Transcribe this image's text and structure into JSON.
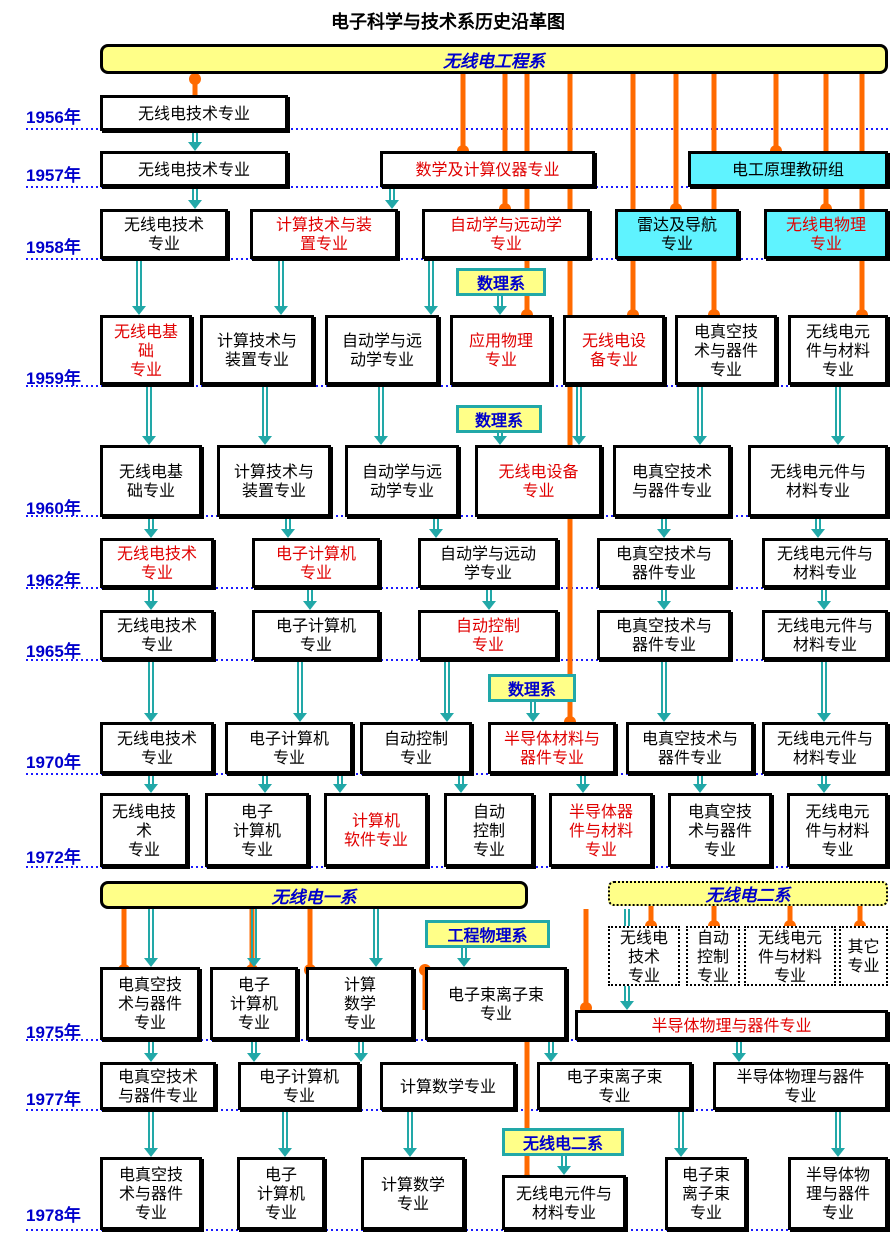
{
  "title": "电子科学与技术系历史沿革图",
  "years": [
    {
      "id": "y1956",
      "label": "1956年"
    },
    {
      "id": "y1957",
      "label": "1957年"
    },
    {
      "id": "y1958",
      "label": "1958年"
    },
    {
      "id": "y1959",
      "label": "1959年"
    },
    {
      "id": "y1960",
      "label": "1960年"
    },
    {
      "id": "y1962",
      "label": "1962年"
    },
    {
      "id": "y1965",
      "label": "1965年"
    },
    {
      "id": "y1970",
      "label": "1970年"
    },
    {
      "id": "y1972",
      "label": "1972年"
    },
    {
      "id": "y1975",
      "label": "1975年"
    },
    {
      "id": "y1977",
      "label": "1977年"
    },
    {
      "id": "y1978",
      "label": "1978年"
    }
  ],
  "banners": [
    {
      "id": "wxdgcx",
      "label": "无线电工程系"
    },
    {
      "id": "wxd1",
      "label": "无线电一系"
    },
    {
      "id": "wxd2",
      "label": "无线电二系"
    }
  ],
  "tags": [
    {
      "id": "sl1",
      "label": "数理系"
    },
    {
      "id": "sl2",
      "label": "数理系"
    },
    {
      "id": "sl3",
      "label": "数理系"
    },
    {
      "id": "gcwl",
      "label": "工程物理系"
    },
    {
      "id": "wxd2b",
      "label": "无线电二系"
    }
  ],
  "boxes": [
    {
      "id": "a56",
      "label": "无线电技术专业",
      "style": "black"
    },
    {
      "id": "a57",
      "label": "无线电技术专业",
      "style": "black"
    },
    {
      "id": "b57",
      "label": "数学及计算仪器专业",
      "style": "red"
    },
    {
      "id": "c57",
      "label": "电工原理教研组",
      "style": "cyan"
    },
    {
      "id": "a58",
      "label": "无线电技术\n专业",
      "style": "black"
    },
    {
      "id": "b58",
      "label": "计算技术与装\n置专业",
      "style": "red"
    },
    {
      "id": "c58",
      "label": "自动学与远动学\n专业",
      "style": "red"
    },
    {
      "id": "d58",
      "label": "雷达及导航\n专业",
      "style": "cyan"
    },
    {
      "id": "e58",
      "label": "无线电物理\n专业",
      "style": "cyan-red"
    },
    {
      "id": "a59",
      "label": "无线电基\n础\n专业",
      "style": "red"
    },
    {
      "id": "b59",
      "label": "计算技术与\n装置专业",
      "style": "black"
    },
    {
      "id": "c59",
      "label": "自动学与远\n动学专业",
      "style": "black"
    },
    {
      "id": "d59",
      "label": "应用物理\n专业",
      "style": "red"
    },
    {
      "id": "e59",
      "label": "无线电设\n备专业",
      "style": "red"
    },
    {
      "id": "f59",
      "label": "电真空技\n术与器件\n专业",
      "style": "black"
    },
    {
      "id": "g59",
      "label": "无线电元\n件与材料\n专业",
      "style": "black"
    },
    {
      "id": "a60",
      "label": "无线电基\n础专业",
      "style": "black"
    },
    {
      "id": "b60",
      "label": "计算技术与\n装置专业",
      "style": "black"
    },
    {
      "id": "c60",
      "label": "自动学与远\n动学专业",
      "style": "black"
    },
    {
      "id": "d60",
      "label": "无线电设备\n专业",
      "style": "red"
    },
    {
      "id": "e60",
      "label": "电真空技术\n与器件专业",
      "style": "black"
    },
    {
      "id": "f60",
      "label": "无线电元件与\n材料专业",
      "style": "black"
    },
    {
      "id": "a62",
      "label": "无线电技术\n专业",
      "style": "red"
    },
    {
      "id": "b62",
      "label": "电子计算机\n专业",
      "style": "red"
    },
    {
      "id": "c62",
      "label": "自动学与远动\n学专业",
      "style": "black"
    },
    {
      "id": "d62",
      "label": "电真空技术与\n器件专业",
      "style": "black"
    },
    {
      "id": "e62",
      "label": "无线电元件与\n材料专业",
      "style": "black"
    },
    {
      "id": "a65",
      "label": "无线电技术\n专业",
      "style": "black"
    },
    {
      "id": "b65",
      "label": "电子计算机\n专业",
      "style": "black"
    },
    {
      "id": "c65",
      "label": "自动控制\n专业",
      "style": "red"
    },
    {
      "id": "d65",
      "label": "电真空技术与\n器件专业",
      "style": "black"
    },
    {
      "id": "e65",
      "label": "无线电元件与\n材料专业",
      "style": "black"
    },
    {
      "id": "a70",
      "label": "无线电技术\n专业",
      "style": "black"
    },
    {
      "id": "b70",
      "label": "电子计算机\n专业",
      "style": "black"
    },
    {
      "id": "c70",
      "label": "自动控制\n专业",
      "style": "black"
    },
    {
      "id": "d70",
      "label": "半导体材料与\n器件专业",
      "style": "red"
    },
    {
      "id": "e70",
      "label": "电真空技术与\n器件专业",
      "style": "black"
    },
    {
      "id": "f70",
      "label": "无线电元件与\n材料专业",
      "style": "black"
    },
    {
      "id": "a72",
      "label": "无线电技\n术\n专业",
      "style": "black"
    },
    {
      "id": "b72",
      "label": "电子\n计算机\n专业",
      "style": "black"
    },
    {
      "id": "c72",
      "label": "计算机\n软件专业",
      "style": "red"
    },
    {
      "id": "d72",
      "label": "自动\n控制\n专业",
      "style": "black"
    },
    {
      "id": "e72",
      "label": "半导体器\n件与材料\n专业",
      "style": "red"
    },
    {
      "id": "f72",
      "label": "电真空技\n术与器件\n专业",
      "style": "black"
    },
    {
      "id": "g72",
      "label": "无线电元\n件与材料\n专业",
      "style": "black"
    },
    {
      "id": "x1",
      "label": "无线电\n技术\n专业",
      "style": "dash"
    },
    {
      "id": "x2",
      "label": "自动\n控制\n专业",
      "style": "dash"
    },
    {
      "id": "x3",
      "label": "无线电元\n件与材料\n专业",
      "style": "dash"
    },
    {
      "id": "x4",
      "label": "其它\n专业",
      "style": "dash"
    },
    {
      "id": "a75",
      "label": "电真空技\n术与器件\n专业",
      "style": "black"
    },
    {
      "id": "b75",
      "label": "电子\n计算机\n专业",
      "style": "black"
    },
    {
      "id": "c75",
      "label": "计算\n数学\n专业",
      "style": "black"
    },
    {
      "id": "d75",
      "label": "电子束离子束\n专业",
      "style": "black"
    },
    {
      "id": "e75",
      "label": "半导体物理与器件专业",
      "style": "red"
    },
    {
      "id": "a77",
      "label": "电真空技术\n与器件专业",
      "style": "black"
    },
    {
      "id": "b77",
      "label": "电子计算机\n专业",
      "style": "black"
    },
    {
      "id": "c77",
      "label": "计算数学专业",
      "style": "black"
    },
    {
      "id": "d77",
      "label": "电子束离子束\n专业",
      "style": "black"
    },
    {
      "id": "e77",
      "label": "半导体物理与器件\n专业",
      "style": "black"
    },
    {
      "id": "a78",
      "label": "电真空技\n术与器件\n专业",
      "style": "black"
    },
    {
      "id": "b78",
      "label": "电子\n计算机\n专业",
      "style": "black"
    },
    {
      "id": "c78",
      "label": "计算数学\n专业",
      "style": "black"
    },
    {
      "id": "d78",
      "label": "无线电元件与\n材料专业",
      "style": "black"
    },
    {
      "id": "e78",
      "label": "电子束\n离子束\n专业",
      "style": "black"
    },
    {
      "id": "f78",
      "label": "半导体物\n理与器件\n专业",
      "style": "black"
    }
  ],
  "colors": {
    "orange": "#ff6a00",
    "teal": "#22a8a8",
    "year": "#0000cc",
    "red": "#e00000",
    "cyan": "#5ff3ff",
    "banner": "#ffff88"
  }
}
